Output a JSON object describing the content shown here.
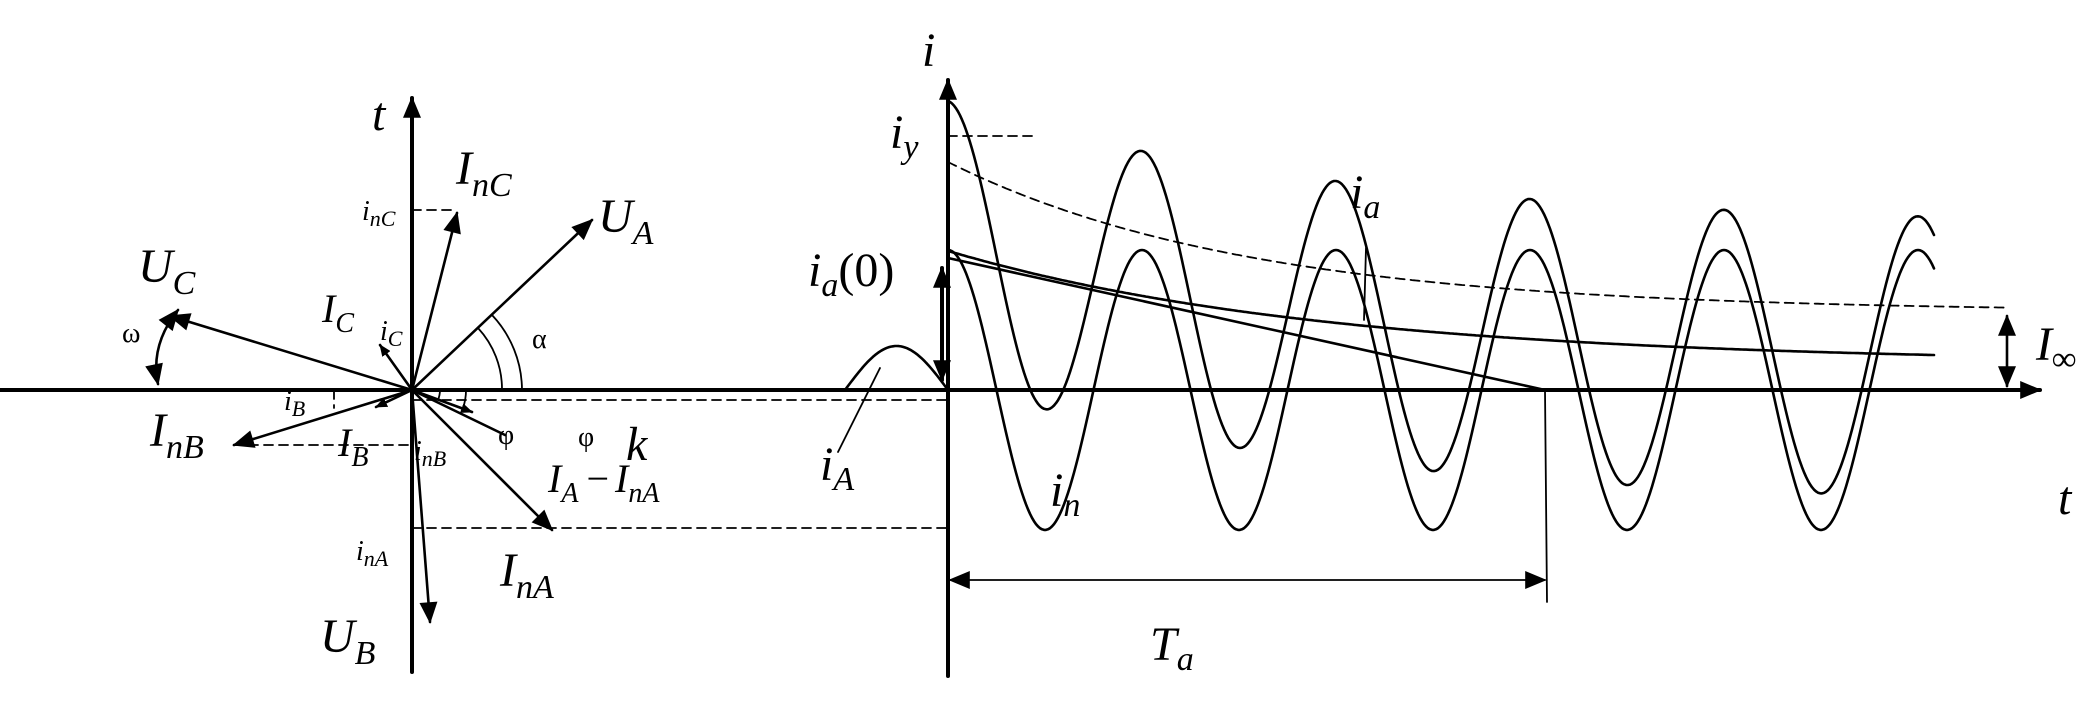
{
  "phasor": {
    "axis_t": "t",
    "U_A": {
      "main": "U",
      "sub": "A"
    },
    "U_B": {
      "main": "U",
      "sub": "B"
    },
    "U_C": {
      "main": "U",
      "sub": "C"
    },
    "I_nC": {
      "main": "I",
      "sub": "nC"
    },
    "I_nB": {
      "main": "I",
      "sub": "nB"
    },
    "I_nA": {
      "main": "I",
      "sub": "nA"
    },
    "I_C": {
      "main": "I",
      "sub": "C"
    },
    "I_B": {
      "main": "I",
      "sub": "B"
    },
    "IA_minus_InA": {
      "m1": "I",
      "s1": "A",
      "op": "−",
      "m2": "I",
      "s2": "nA"
    },
    "i_nC": {
      "main": "i",
      "sub": "nC"
    },
    "i_C": {
      "main": "i",
      "sub": "C"
    },
    "i_B": {
      "main": "i",
      "sub": "B"
    },
    "i_nB": {
      "main": "i",
      "sub": "nB"
    },
    "i_nA": {
      "main": "i",
      "sub": "nA"
    },
    "alpha": "α",
    "phi_inner": "φ",
    "phi_outer": "φ",
    "omega": "ω",
    "k": "k"
  },
  "waveform": {
    "axis_i": "i",
    "axis_t": "t",
    "i_y": {
      "main": "i",
      "sub": "y"
    },
    "i_a0": {
      "main": "i",
      "sub": "a",
      "arg": "(0)"
    },
    "i_a": {
      "main": "i",
      "sub": "a"
    },
    "I_inf": {
      "main": "I",
      "sub": "∞"
    },
    "i_A": {
      "main": "i",
      "sub": "A"
    },
    "i_n": {
      "main": "i",
      "sub": "n"
    },
    "T_a": {
      "main": "T",
      "sub": "a"
    }
  }
}
